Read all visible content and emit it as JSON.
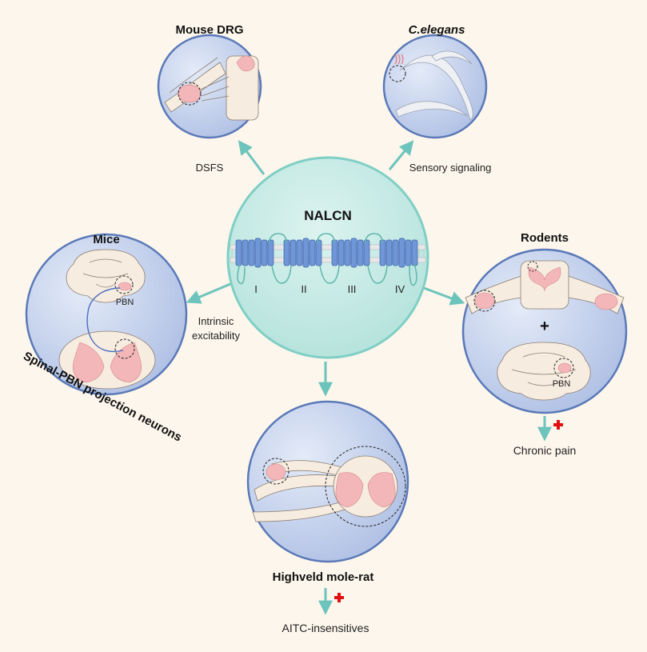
{
  "center": {
    "title": "NALCN",
    "domains": [
      "I",
      "II",
      "III",
      "IV"
    ]
  },
  "nodes": {
    "mouse_drg": {
      "title": "Mouse DRG",
      "edge_label": "DSFS"
    },
    "celegans": {
      "title": "C.elegans",
      "edge_label": "Sensory signaling"
    },
    "mice": {
      "title": "Mice",
      "subtitle": "Spinal-PBN projection neurons",
      "edge_label_line1": "Intrinsic",
      "edge_label_line2": "excitability",
      "pbn_label": "PBN"
    },
    "rodents": {
      "title": "Rodents",
      "plus": "+",
      "pbn_label": "PBN",
      "outcome": "Chronic pain"
    },
    "mole_rat": {
      "title": "Highveld mole-rat",
      "outcome": "AITC-insensitives"
    }
  },
  "colors": {
    "background": "#fdf6ec",
    "center_fill": "#c9ece6",
    "circle_fill": "#c6d4ee",
    "circle_stroke": "#5a79b8",
    "arrow": "#6cc4bc",
    "channel": "#6f96d6",
    "tissue_pink": "#f3b6b9",
    "red_plus": "#e01010"
  }
}
